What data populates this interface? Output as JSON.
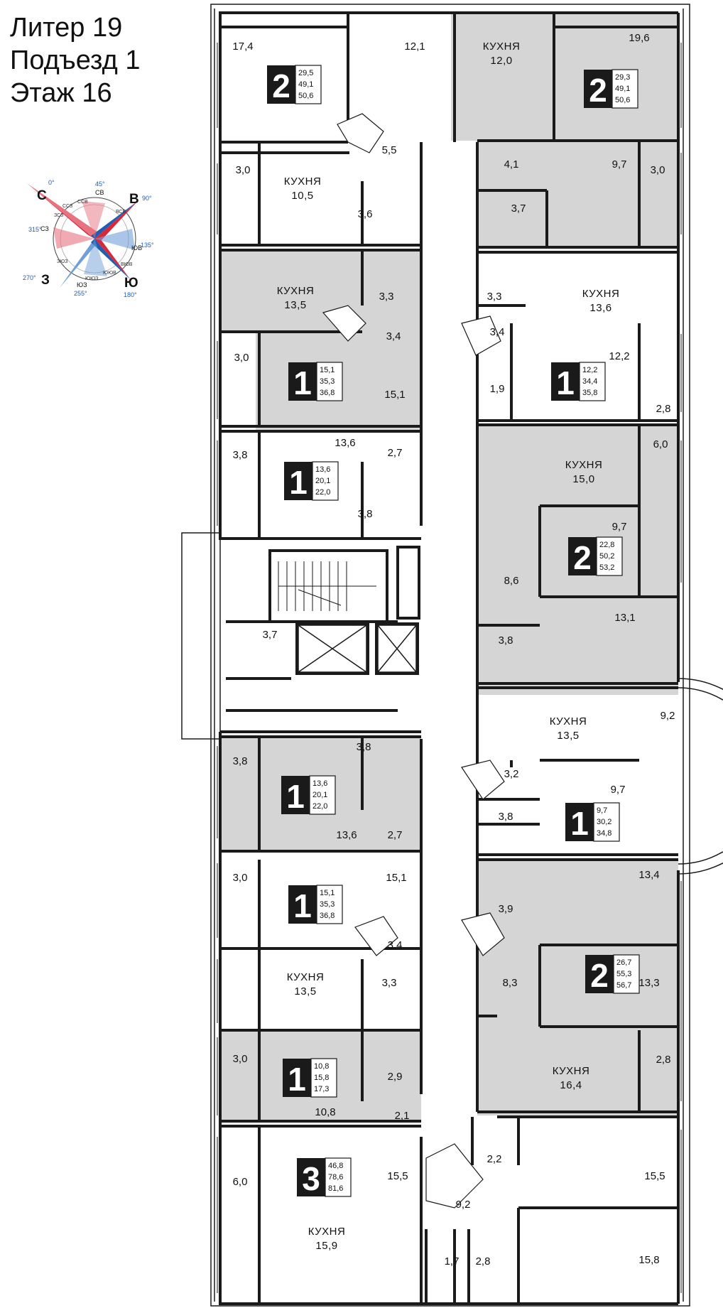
{
  "header": {
    "line1": "Литер 19",
    "line2": "Подъезд 1",
    "line3": "Этаж 16"
  },
  "colors": {
    "shade": "#d5d5d5",
    "wall": "#1a1a1a",
    "red": "#d8283a",
    "blue": "#1e5fb3"
  },
  "compass": {
    "north": "С",
    "east": "В",
    "south": "Ю",
    "west": "З",
    "ne": "СВ",
    "se": "ЮВ",
    "sw": "ЮЗ",
    "nw": "СЗ",
    "deg0": "0°",
    "deg45": "45°",
    "deg90": "90°",
    "deg135": "135°",
    "deg180": "180°",
    "deg225": "255°",
    "deg270": "270°",
    "deg315": "315°",
    "nne": "ССВ",
    "ene": "ВСВ",
    "ese": "ВЮВ",
    "sse": "ЮЮВ",
    "ssw": "ЮЮЗ",
    "wsw": "ЗЮЗ",
    "wnw": "ЗСЗ",
    "nnw": "ССЗ"
  },
  "apartments": [
    {
      "rooms": "2",
      "a": "29,5",
      "b": "49,1",
      "c": "50,6"
    },
    {
      "rooms": "2",
      "a": "29,3",
      "b": "49,1",
      "c": "50,6"
    },
    {
      "rooms": "1",
      "a": "15,1",
      "b": "35,3",
      "c": "36,8"
    },
    {
      "rooms": "1",
      "a": "12,2",
      "b": "34,4",
      "c": "35,8"
    },
    {
      "rooms": "1",
      "a": "13,6",
      "b": "20,1",
      "c": "22,0"
    },
    {
      "rooms": "2",
      "a": "22,8",
      "b": "50,2",
      "c": "53,2"
    },
    {
      "rooms": "1",
      "a": "13,6",
      "b": "20,1",
      "c": "22,0"
    },
    {
      "rooms": "1",
      "a": "9,7",
      "b": "30,2",
      "c": "34,8"
    },
    {
      "rooms": "1",
      "a": "15,1",
      "b": "35,3",
      "c": "36,8"
    },
    {
      "rooms": "2",
      "a": "26,7",
      "b": "55,3",
      "c": "56,7"
    },
    {
      "rooms": "1",
      "a": "10,8",
      "b": "15,8",
      "c": "17,3"
    },
    {
      "rooms": "3",
      "a": "46,8",
      "b": "78,6",
      "c": "81,6"
    }
  ],
  "kitchen_label": "КУХНЯ",
  "kitchens": [
    "12,0",
    "10,5",
    "13,5",
    "13,6",
    "15,0",
    "13,5",
    "13,5",
    "16,4",
    "15,9"
  ],
  "rooms": [
    "17,4",
    "12,1",
    "19,6",
    "5,5",
    "3,0",
    "3,6",
    "4,1",
    "9,7",
    "3,0",
    "3,7",
    "3,3",
    "3,3",
    "3,4",
    "3,0",
    "15,1",
    "3,4",
    "12,2",
    "1,9",
    "2,8",
    "13,6",
    "3,8",
    "2,7",
    "6,0",
    "9,7",
    "3,8",
    "8,6",
    "3,7",
    "3,8",
    "13,1",
    "9,2",
    "3,8",
    "3,8",
    "3,2",
    "9,7",
    "13,6",
    "2,7",
    "3,8",
    "3,0",
    "15,1",
    "13,4",
    "3,9",
    "3,4",
    "8,3",
    "13,3",
    "3,3",
    "3,0",
    "2,9",
    "2,8",
    "10,8",
    "2,1",
    "2,2",
    "15,5",
    "6,0",
    "15,5",
    "9,2",
    "15,8",
    "1,7",
    "2,8"
  ]
}
